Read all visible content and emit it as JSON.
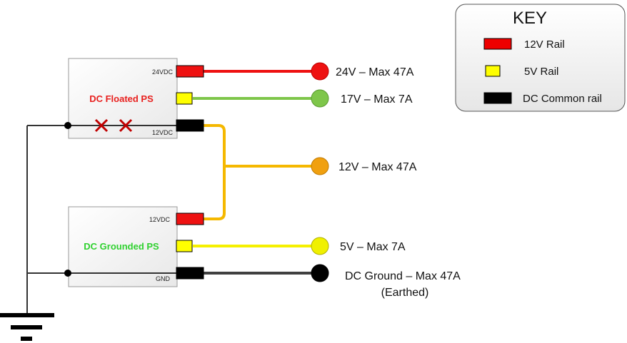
{
  "key": {
    "title": "KEY",
    "items": [
      {
        "label": "12V Rail",
        "color": "#ee0000"
      },
      {
        "label": "5V Rail",
        "color": "#ffff00"
      },
      {
        "label": "DC Common rail",
        "color": "#000000"
      }
    ]
  },
  "floated_ps": {
    "name": "DC Floated PS",
    "name_color": "#e8201e",
    "terminal_top": "24VDC",
    "terminal_bottom": "12VDC"
  },
  "grounded_ps": {
    "name": "DC Grounded PS",
    "name_color": "#2fd12f",
    "terminal_top": "12VDC",
    "terminal_bottom": "GND"
  },
  "outputs": [
    {
      "label": "24V – Max 47A",
      "color": "#ee1111",
      "wire": "#ee1111"
    },
    {
      "label": "17V – Max 7A",
      "color": "#7ec64a",
      "wire": "#7ec64a"
    },
    {
      "label": "12V – Max 47A",
      "color": "#f0a010",
      "wire": "#f5b800"
    },
    {
      "label": "5V – Max 7A",
      "color": "#f0f000",
      "wire": "#f5f000"
    },
    {
      "label": "DC Ground – Max 47A",
      "sublabel": "(Earthed)",
      "color": "#000000",
      "wire": "#404040"
    }
  ],
  "markers": {
    "cut_mark": "x",
    "cut_color": "#c00000"
  }
}
